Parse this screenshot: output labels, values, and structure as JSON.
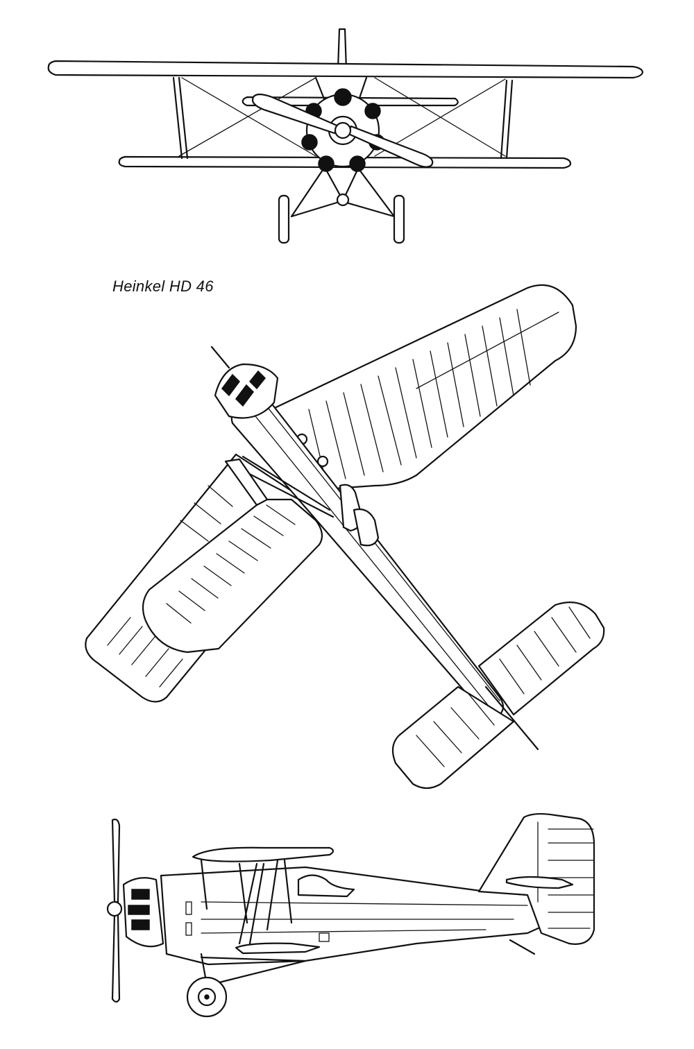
{
  "drawing": {
    "caption": "Heinkel HD 46",
    "views": [
      "front-view",
      "plan-view",
      "side-view"
    ]
  }
}
